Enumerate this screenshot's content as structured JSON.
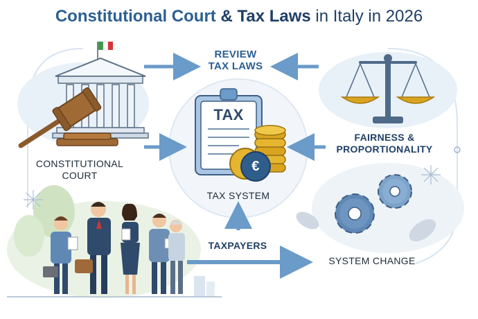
{
  "title": {
    "part1": "Constitutional Court",
    "part2": " & ",
    "part3": "Tax Laws",
    "part4": " in Italy in 2026"
  },
  "nodes": {
    "review": {
      "line1": "REVIEW",
      "line2": "TAX LAWS"
    },
    "court": {
      "line1": "CONSTITUTIONAL",
      "line2": "COURT"
    },
    "fairness": {
      "line1": "FAIRNESS &",
      "line2": "PROPORTIONALITY"
    },
    "tax_system": {
      "label": "TAX SYSTEM"
    },
    "taxpayers": {
      "label": "TAXPAYERS"
    },
    "system_change": {
      "label": "SYSTEM CHANGE"
    }
  },
  "document": {
    "label": "TAX"
  },
  "coin": {
    "symbol": "€"
  },
  "colors": {
    "navy": "#1f3f66",
    "arrow": "#6a9bc9",
    "gold": "#d9a520",
    "gavel": "#8b5a2b",
    "gear": "#5f88b5",
    "flag_green": "#3a9a4a",
    "flag_red": "#d8343a"
  }
}
